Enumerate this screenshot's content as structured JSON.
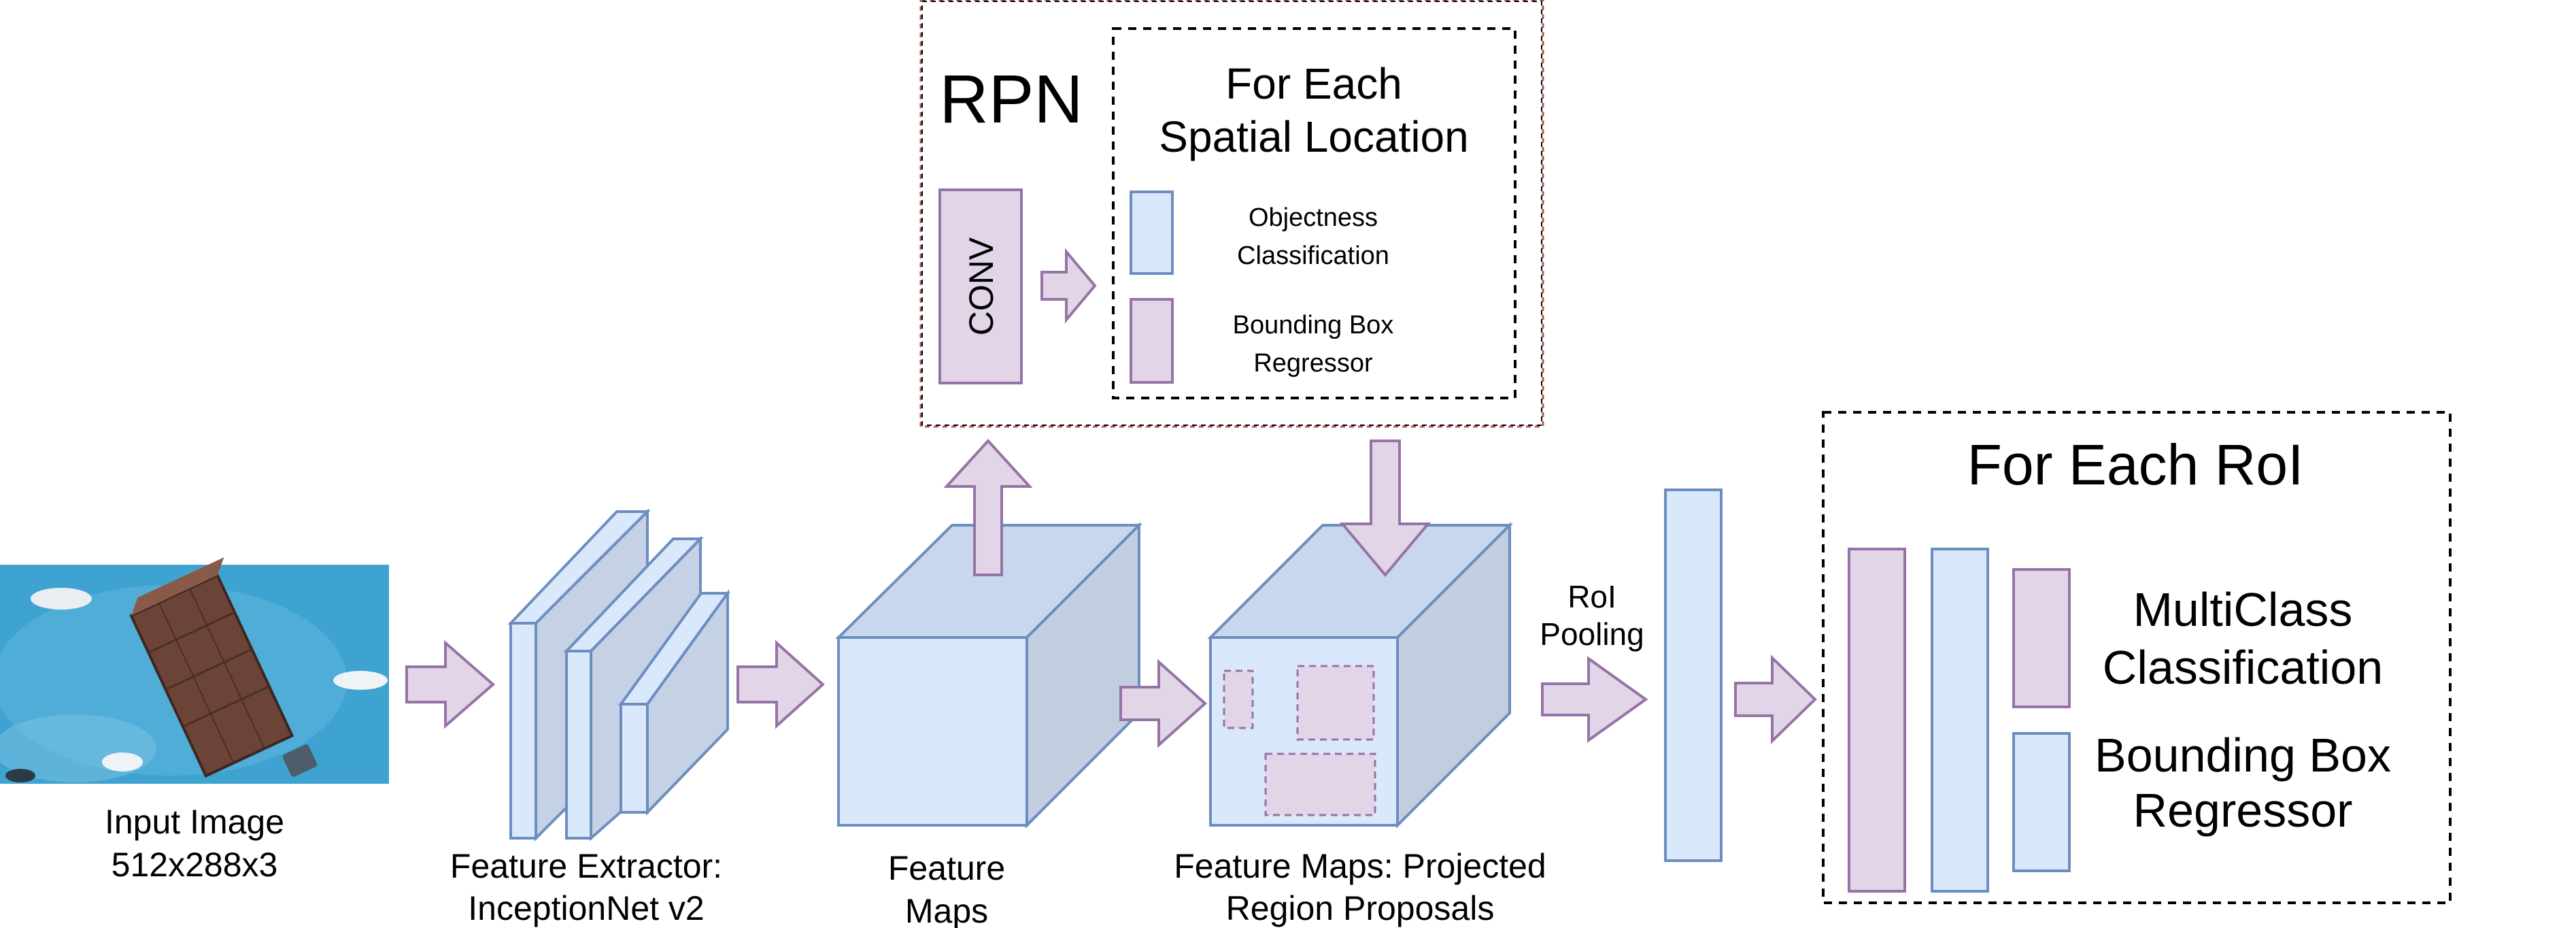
{
  "input": {
    "label_line1": "Input Image",
    "label_line2": "512x288x3"
  },
  "extractor": {
    "label_line1": "Feature Extractor:",
    "label_line2": "InceptionNet v2"
  },
  "feature_maps": {
    "label_line1": "Feature",
    "label_line2": "Maps"
  },
  "projected": {
    "label_line1": "Feature Maps: Projected",
    "label_line2": "Region Proposals"
  },
  "rpn": {
    "title": "RPN",
    "conv_label": "CONV",
    "location_title_line1": "For Each",
    "location_title_line2": "Spatial Location",
    "objectness_line1": "Objectness",
    "objectness_line2": "Classification",
    "bbox_line1": "Bounding Box",
    "bbox_line2": "Regressor"
  },
  "roi_pooling": {
    "label_line1": "RoI",
    "label_line2": "Pooling"
  },
  "head": {
    "title": "For Each RoI",
    "class_line1": "MultiClass",
    "class_line2": "Classification",
    "bbox_line1": "Bounding Box",
    "bbox_line2": "Regressor"
  },
  "colors": {
    "blue_fill": "#dae8fc",
    "blue_stroke": "#6c8ebf",
    "purple_fill": "#e1d5e7",
    "purple_stroke": "#9673a6",
    "dashed_red": "#b85450",
    "image_sky": "#3fa3d1"
  }
}
